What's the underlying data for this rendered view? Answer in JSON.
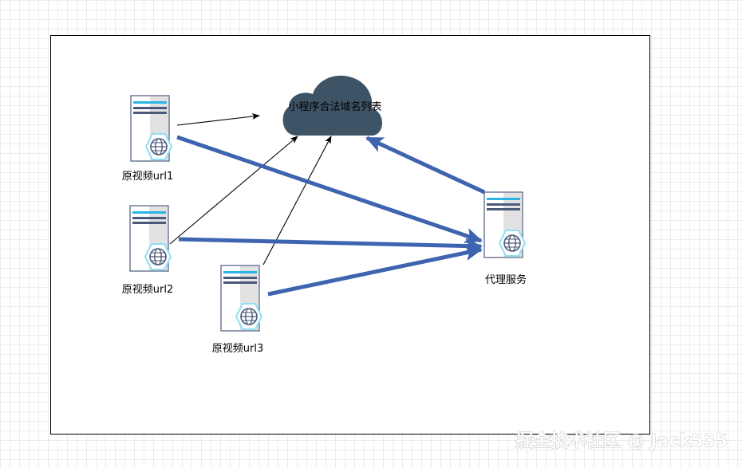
{
  "cloud": {
    "label": "小程序合法域名列表",
    "color": "#3d5366"
  },
  "servers": [
    {
      "id": "url1",
      "label": "原视频url1"
    },
    {
      "id": "url2",
      "label": "原视频url2"
    },
    {
      "id": "url3",
      "label": "原视频url3"
    },
    {
      "id": "proxy",
      "label": "代理服务"
    }
  ],
  "connections": [
    {
      "from": "url1",
      "to": "cloud",
      "style": "thin"
    },
    {
      "from": "url2",
      "to": "cloud",
      "style": "thin"
    },
    {
      "from": "url3",
      "to": "cloud",
      "style": "thin"
    },
    {
      "from": "url1",
      "to": "proxy",
      "style": "thick"
    },
    {
      "from": "url2",
      "to": "proxy",
      "style": "thick"
    },
    {
      "from": "url3",
      "to": "proxy",
      "style": "thick"
    },
    {
      "from": "proxy",
      "to": "cloud",
      "style": "thick"
    }
  ],
  "colors": {
    "thick_arrow": "#3e64b0",
    "thin_arrow": "#000000",
    "server_stripe": "#29b6e6",
    "server_dark_stripe": "#4a5a78",
    "globe_hex": "#8fdff5"
  },
  "watermark": "掘金技术社区 @ Jack535"
}
